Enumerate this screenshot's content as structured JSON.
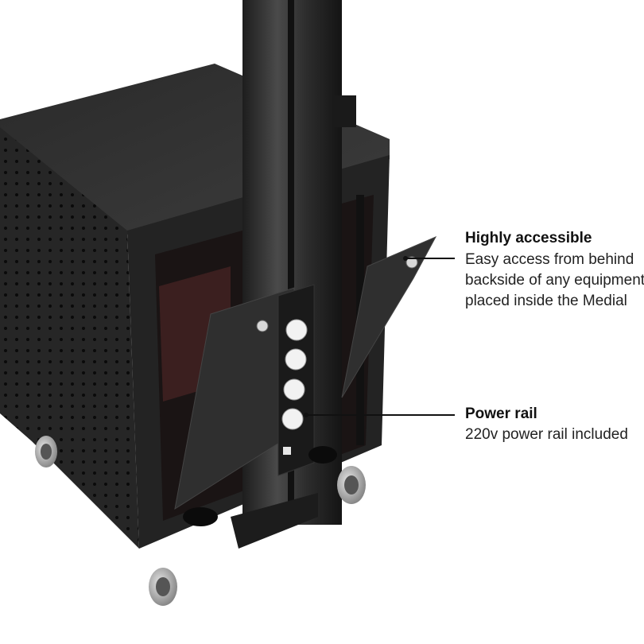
{
  "callouts": {
    "access": {
      "title": "Highly accessible",
      "lines": [
        "Easy access from behind",
        "backside of any equipment",
        "placed inside the Medial"
      ]
    },
    "power": {
      "title": "Power rail",
      "lines": [
        "220v power rail included"
      ]
    }
  },
  "colors": {
    "background": "#ffffff",
    "cabinet": "#2b2b2b",
    "cabinet_top": "#3a3a3a",
    "door": "#333333",
    "interior": "#3b1f1f",
    "socket": "#f2f2f2",
    "callout_line": "#111111"
  }
}
